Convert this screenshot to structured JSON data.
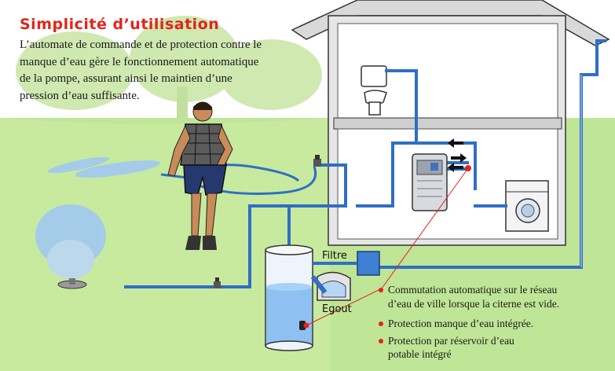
{
  "title": "Simplicité d’utilisation",
  "intro": {
    "line1": "L’automate de commande et de protection contre le",
    "line2": "manque d’eau gère le fonctionnement automatique",
    "line3": "de la pompe, assurant ainsi le maintien d’une",
    "line4": "pression d’eau suffisante."
  },
  "labels": {
    "filter": "Filtre",
    "drain": "Egout"
  },
  "features": [
    {
      "line1": "Commutation automatique sur le réseau",
      "line2": "d’eau de ville lorsque la citerne est vide."
    },
    {
      "line1": "Protection manque d’eau intégrée."
    },
    {
      "line1": "Protection par réservoir d’eau",
      "line2": "potable intégré"
    }
  ],
  "colors": {
    "title": "#e0261b",
    "pipe": "#2f6fc4",
    "lawn": "#b9e38c",
    "callout": "#e0261b"
  }
}
